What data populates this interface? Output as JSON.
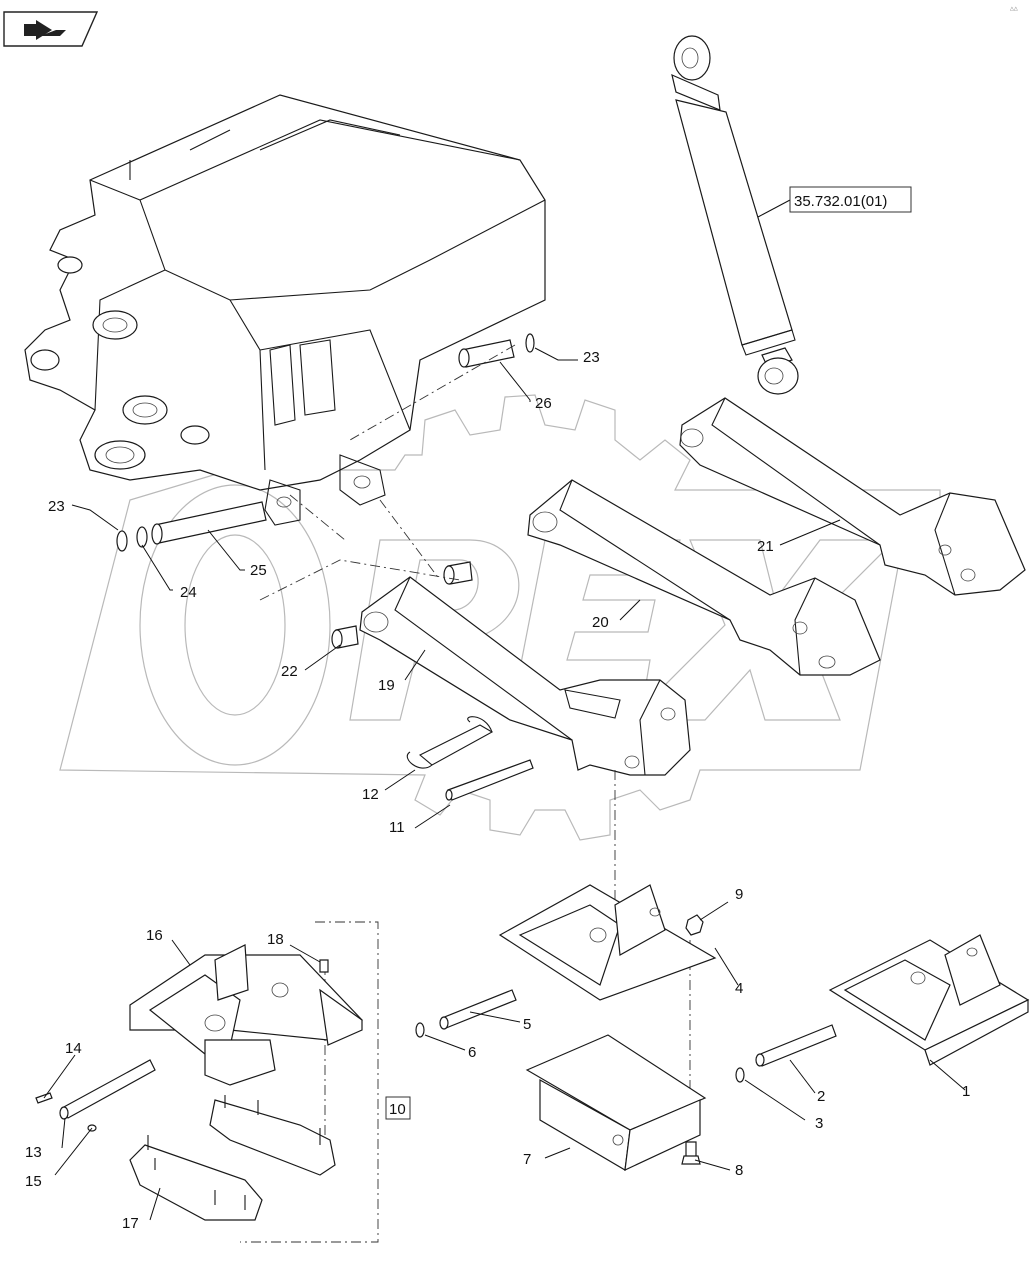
{
  "reference": "35.732.01(01)",
  "group_number": "10",
  "callouts": [
    {
      "label": "1"
    },
    {
      "label": "2"
    },
    {
      "label": "3"
    },
    {
      "label": "4"
    },
    {
      "label": "5"
    },
    {
      "label": "6"
    },
    {
      "label": "7"
    },
    {
      "label": "8"
    },
    {
      "label": "9"
    },
    {
      "label": "11"
    },
    {
      "label": "12"
    },
    {
      "label": "13"
    },
    {
      "label": "14"
    },
    {
      "label": "15"
    },
    {
      "label": "16"
    },
    {
      "label": "17"
    },
    {
      "label": "18"
    },
    {
      "label": "19"
    },
    {
      "label": "20"
    },
    {
      "label": "21"
    },
    {
      "label": "22"
    },
    {
      "label": "23"
    },
    {
      "label": "23"
    },
    {
      "label": "24"
    },
    {
      "label": "25"
    },
    {
      "label": "26"
    }
  ],
  "icons": {
    "corner": "nav-back-icon",
    "watermark": "opex-watermark-icon"
  },
  "colors": {
    "ink": "#1a1a1a",
    "watermark": "#b9b9b9",
    "background": "#ffffff"
  }
}
